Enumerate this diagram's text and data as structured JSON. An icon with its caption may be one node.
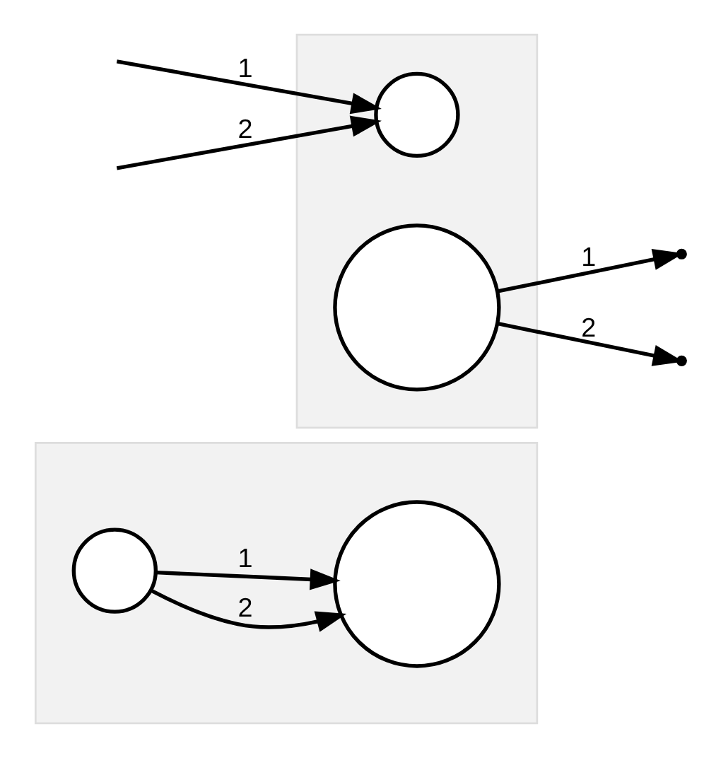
{
  "diagram": {
    "nodes": [
      {
        "text": [],
        "shape": "box"
      },
      {
        "text": [],
        "shape": "circle",
        "in": 0
      },
      {
        "text": [],
        "shape": "circle",
        "in": 0
      },
      {
        "text": [],
        "shape": "box"
      },
      {
        "text": [],
        "shape": "circle",
        "in": 3
      },
      {
        "text": [],
        "shape": "circle",
        "in": 3
      }
    ],
    "edges": [
      {
        "from": 1,
        "to": 2,
        "arrow": "to",
        "label": "2"
      },
      {
        "from": 1,
        "to": 2,
        "arrow": "to",
        "label": "1"
      },
      {
        "from": null,
        "to": 4,
        "arrow": "to",
        "label": "1"
      },
      {
        "from": null,
        "to": 4,
        "arrow": "to",
        "label": "2"
      },
      {
        "from": 5,
        "to": null,
        "arrow": "to",
        "label": "1"
      },
      {
        "from": 5,
        "to": null,
        "arrow": "to",
        "label": "2"
      }
    ]
  }
}
